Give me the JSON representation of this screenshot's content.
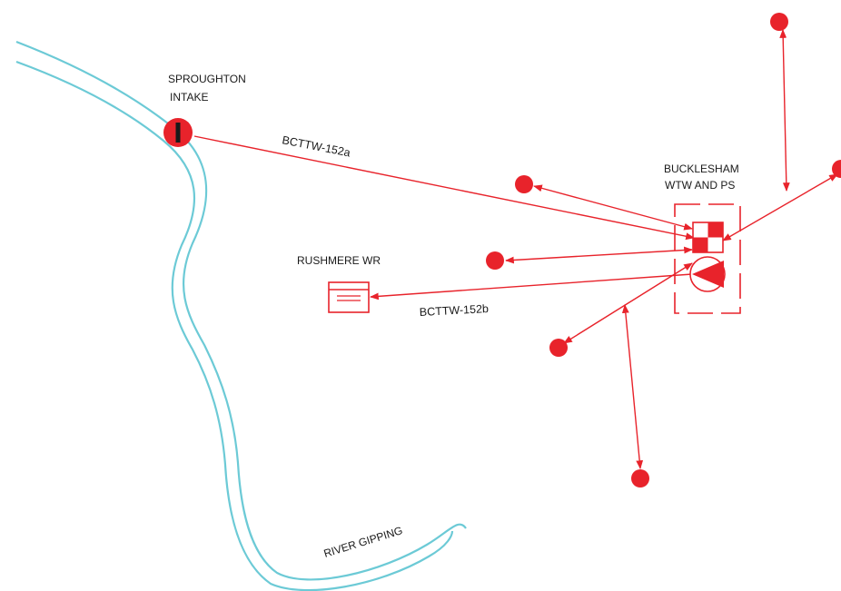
{
  "labels": {
    "intake_line1": "SPROUGHTON",
    "intake_line2": "INTAKE",
    "wtw_line1": "BUCKLESHAM",
    "wtw_line2": "WTW AND PS",
    "reservoir": "RUSHMERE WR",
    "pipe_a": "BCTTW-152a",
    "pipe_b": "BCTTW-152b",
    "river": "RIVER GIPPING"
  },
  "colors": {
    "network": "#e8232b",
    "river": "#6ccad6",
    "text": "#1a1a1a",
    "intake_mark": "#1a1a1a"
  },
  "icons": {
    "intake": "intake-valve-icon",
    "treatment_works": "checkerboard-wtw-icon",
    "pump_station": "pump-icon",
    "reservoir": "reservoir-icon"
  }
}
